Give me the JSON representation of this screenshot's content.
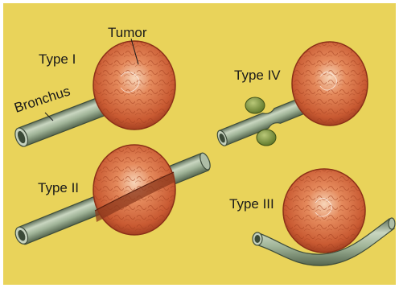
{
  "labels": {
    "tumor": "Tumor",
    "bronchus": "Bronchus",
    "type_1": "Type I",
    "type_2": "Type II",
    "type_3": "Type III",
    "type_4": "Type IV"
  },
  "colors": {
    "background": "#e9d35a",
    "tumor_fill": "#d8683a",
    "tumor_dark": "#a33d20",
    "tumor_light": "#f5c6a2",
    "bronchus_fill": "#9fb397",
    "bronchus_dark": "#5c6e58",
    "node_fill": "#7f9440"
  }
}
